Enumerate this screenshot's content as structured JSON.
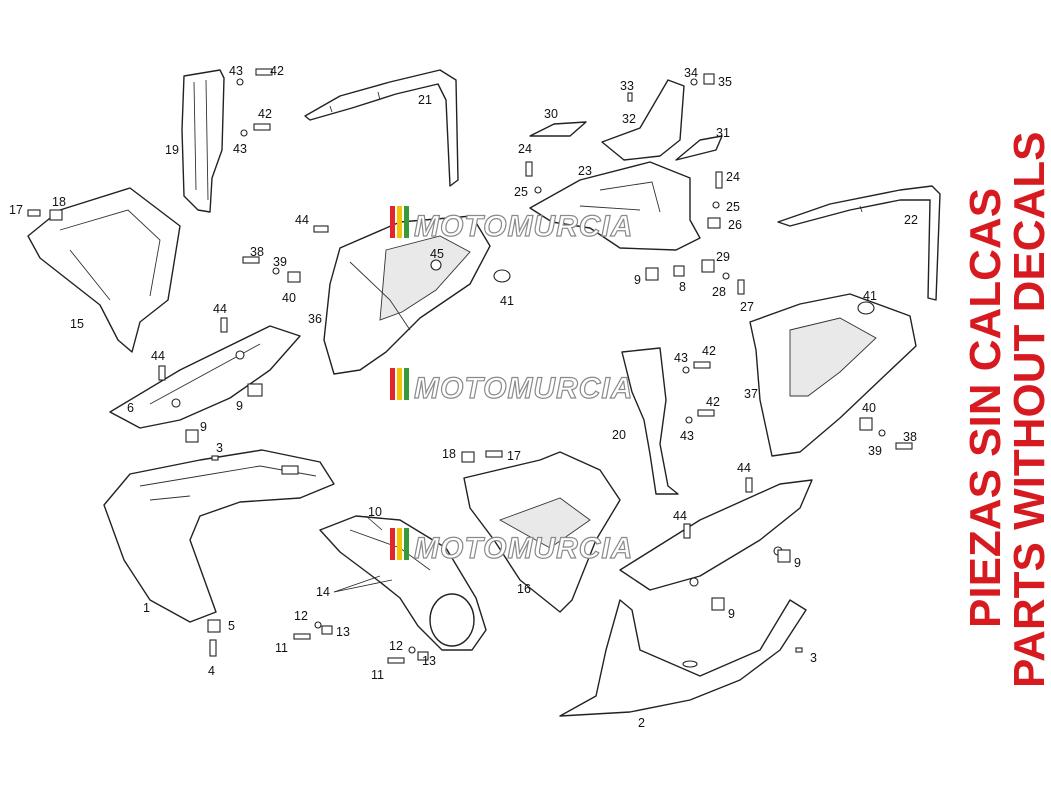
{
  "diagram": {
    "side_text": {
      "line1": "PIEZAS SIN CALCAS",
      "line2": "PARTS WITHOUT DECALS",
      "color": "#d71920"
    },
    "watermark": {
      "text": "MOTOMURCIA",
      "stripe_colors": [
        "#e2262c",
        "#f5c400",
        "#3a9a3a"
      ]
    },
    "part_labels": [
      {
        "id": "43",
        "text": "43"
      },
      {
        "id": "42",
        "text": "42"
      },
      {
        "id": "42b",
        "text": "42"
      },
      {
        "id": "43b",
        "text": "43"
      },
      {
        "id": "19",
        "text": "19"
      },
      {
        "id": "21",
        "text": "21"
      },
      {
        "id": "17",
        "text": "17"
      },
      {
        "id": "18",
        "text": "18"
      },
      {
        "id": "15",
        "text": "15"
      },
      {
        "id": "44",
        "text": "44"
      },
      {
        "id": "38",
        "text": "38"
      },
      {
        "id": "39",
        "text": "39"
      },
      {
        "id": "40",
        "text": "40"
      },
      {
        "id": "45",
        "text": "45"
      },
      {
        "id": "36",
        "text": "36"
      },
      {
        "id": "44b",
        "text": "44"
      },
      {
        "id": "44c",
        "text": "44"
      },
      {
        "id": "6",
        "text": "6"
      },
      {
        "id": "9",
        "text": "9"
      },
      {
        "id": "9b",
        "text": "9"
      },
      {
        "id": "3",
        "text": "3"
      },
      {
        "id": "33",
        "text": "33"
      },
      {
        "id": "34",
        "text": "34"
      },
      {
        "id": "35",
        "text": "35"
      },
      {
        "id": "30",
        "text": "30"
      },
      {
        "id": "32",
        "text": "32"
      },
      {
        "id": "31",
        "text": "31"
      },
      {
        "id": "24",
        "text": "24"
      },
      {
        "id": "23",
        "text": "23"
      },
      {
        "id": "25",
        "text": "25"
      },
      {
        "id": "24b",
        "text": "24"
      },
      {
        "id": "25b",
        "text": "25"
      },
      {
        "id": "26",
        "text": "26"
      },
      {
        "id": "41",
        "text": "41"
      },
      {
        "id": "9c",
        "text": "9"
      },
      {
        "id": "8",
        "text": "8"
      },
      {
        "id": "29",
        "text": "29"
      },
      {
        "id": "28",
        "text": "28"
      },
      {
        "id": "27",
        "text": "27"
      },
      {
        "id": "22",
        "text": "22"
      },
      {
        "id": "41b",
        "text": "41"
      },
      {
        "id": "37",
        "text": "37"
      },
      {
        "id": "43c",
        "text": "43"
      },
      {
        "id": "42c",
        "text": "42"
      },
      {
        "id": "42d",
        "text": "42"
      },
      {
        "id": "43d",
        "text": "43"
      },
      {
        "id": "20",
        "text": "20"
      },
      {
        "id": "40b",
        "text": "40"
      },
      {
        "id": "38b",
        "text": "38"
      },
      {
        "id": "39b",
        "text": "39"
      },
      {
        "id": "1",
        "text": "1"
      },
      {
        "id": "5",
        "text": "5"
      },
      {
        "id": "4",
        "text": "4"
      },
      {
        "id": "10",
        "text": "10"
      },
      {
        "id": "14",
        "text": "14"
      },
      {
        "id": "12",
        "text": "12"
      },
      {
        "id": "13",
        "text": "13"
      },
      {
        "id": "11",
        "text": "11"
      },
      {
        "id": "12b",
        "text": "12"
      },
      {
        "id": "13b",
        "text": "13"
      },
      {
        "id": "11b",
        "text": "11"
      },
      {
        "id": "18b",
        "text": "18"
      },
      {
        "id": "17b",
        "text": "17"
      },
      {
        "id": "16",
        "text": "16"
      },
      {
        "id": "44d",
        "text": "44"
      },
      {
        "id": "44e",
        "text": "44"
      },
      {
        "id": "9d",
        "text": "9"
      },
      {
        "id": "9e",
        "text": "9"
      },
      {
        "id": "3b",
        "text": "3"
      },
      {
        "id": "2",
        "text": "2"
      }
    ]
  }
}
